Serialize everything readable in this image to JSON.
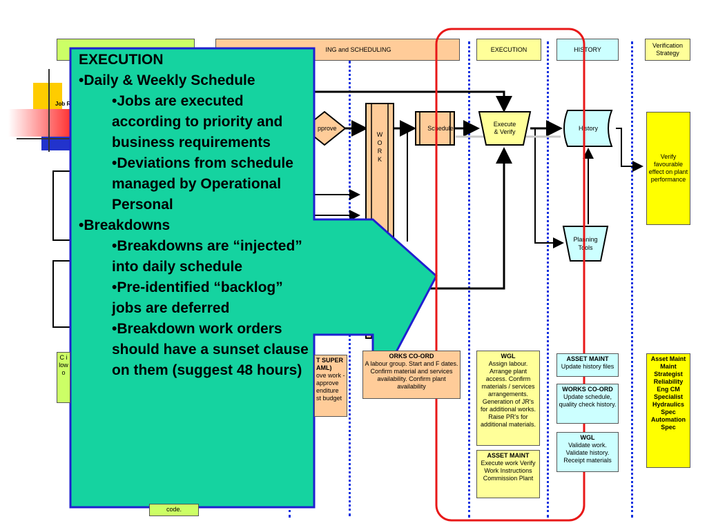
{
  "headers": {
    "planning": "ING and SCHEDULING",
    "execution": "EXECUTION",
    "history": "HISTORY",
    "verification": "Verification Strategy"
  },
  "side_label": "Job R",
  "nodes": {
    "approve": "pprove",
    "work_letters": [
      "W",
      "O",
      "R",
      "K"
    ],
    "schedule": "Schedule",
    "execute": "Execute & Verify",
    "history": "History",
    "planning_tools": "Planning Tools",
    "verify_effect": "Verify favourable effect on plant performance"
  },
  "notes": {
    "left": "C i low o",
    "super_title": "T SUPER AML)",
    "super_body": "ove work - approve enditure st budget",
    "works_coord_title": "ORKS CO-ORD",
    "works_coord_body": "A labour group. Start and F dates. Confirm material and services availability. Confirm plant availability",
    "wgl1_title": "WGL",
    "wgl1_body": "Assign labour. Arrange plant access. Confirm materials / services arrangements. Generation of JR's for additional works. Raise PR's for additional materials.",
    "asset_maint1_title": "ASSET MAINT",
    "asset_maint1_body": "Execute work Verify Work Instructions Commission Plant",
    "asset_maint2_title": "ASSET MAINT",
    "asset_maint2_body": "Update history files",
    "works_coord2_title": "WORKS CO-ORD",
    "works_coord2_body": "Update schedule, quality check history.",
    "wgl2_title": "WGL",
    "wgl2_body": "Validate work. Validate history. Receipt materials",
    "roles": "Asset Maint Maint Strategist Reliability Eng CM Specialist Hydraulics Spec Automation Spec",
    "code": "code."
  },
  "callout": {
    "title": "EXECUTION",
    "lines": [
      {
        "level": 1,
        "text": "•Daily & Weekly Schedule"
      },
      {
        "level": 2,
        "text": "•Jobs are executed according to priority and business requirements"
      },
      {
        "level": 2,
        "text": "•Deviations from schedule managed by Operational Personal"
      },
      {
        "level": 1,
        "text": "•Breakdowns"
      },
      {
        "level": 2,
        "text": "•Breakdowns are “injected” into daily schedule"
      },
      {
        "level": 2,
        "text": "•Pre-identified “backlog” jobs are deferred"
      },
      {
        "level": 2,
        "text": "•Breakdown work orders should have a sunset clause on them (suggest 48 hours)"
      }
    ]
  },
  "colors": {
    "callout_fill": "#15d3a0",
    "callout_border": "#2020d0",
    "highlight": "#e81818",
    "header_green": "#ccff66",
    "header_orange": "#ffcc99",
    "header_yellow": "#ffff99",
    "header_cyan": "#ccffff",
    "verify_yellow": "#ffff00",
    "dotted_line": "#1030e0"
  }
}
